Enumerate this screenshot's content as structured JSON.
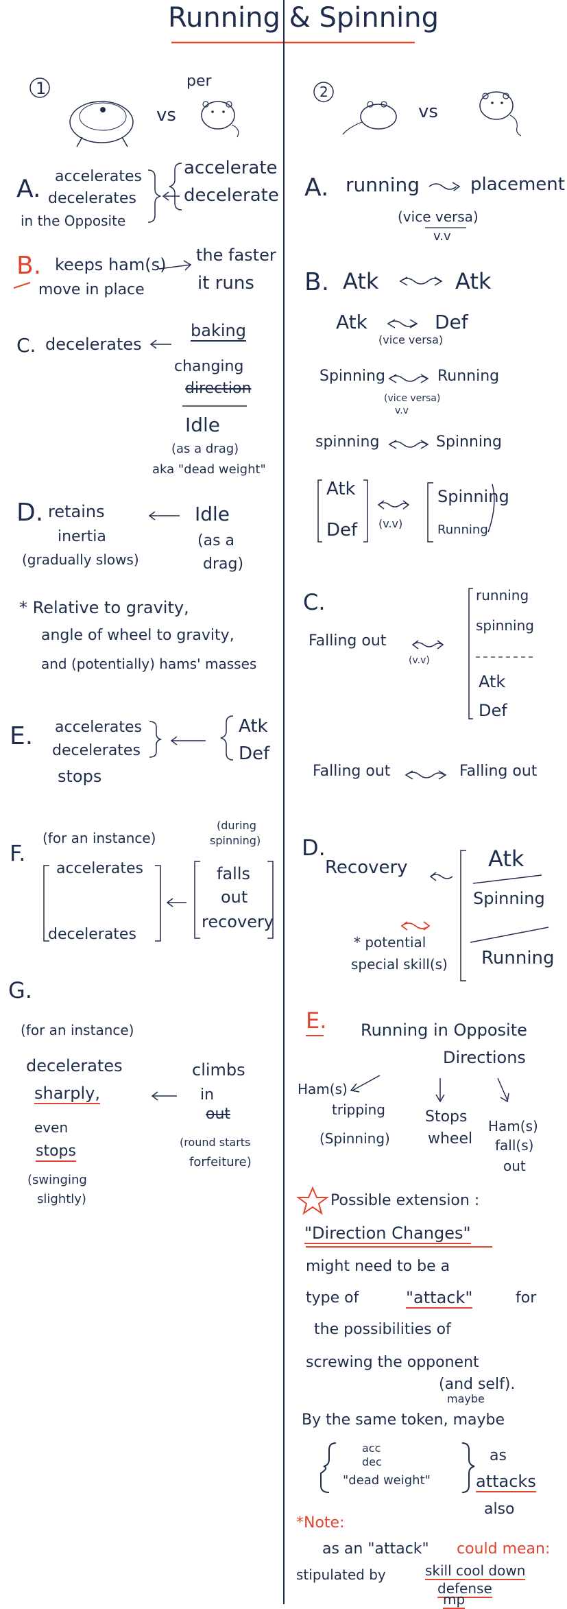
{
  "title": "Running & Spinning",
  "left": {
    "num": "1",
    "top": {
      "per": "per",
      "vs": "vs"
    },
    "A": {
      "letter": "A.",
      "l1": "accelerates",
      "l2": "decelerates",
      "l3": "in the Opposite",
      "r1": "accelerate",
      "r2": "decelerate"
    },
    "B": {
      "letter": "B.",
      "l1": "keeps ham(s)",
      "l2": "move in place",
      "r1": "the faster",
      "r2": "it runs"
    },
    "C": {
      "letter": "C.",
      "l1": "decelerates",
      "i1": "baking",
      "i2": "changing",
      "i3": "direction",
      "i4": "Idle",
      "i5": "(as a drag)",
      "i6": "aka \"dead weight\""
    },
    "D": {
      "letter": "D.",
      "l1": "retains",
      "l2": "inertia",
      "l3": "(gradually slows)",
      "r1": "Idle",
      "r2": "(as a",
      "r3": "drag)"
    },
    "note": {
      "l1": "* Relative to gravity,",
      "l2": "angle of wheel to gravity,",
      "l3": "and (potentially) hams' masses"
    },
    "E": {
      "letter": "E.",
      "l1": "accelerates",
      "l2": "decelerates",
      "l3": "stops",
      "r1": "Atk",
      "r2": "Def"
    },
    "F": {
      "letter": "F.",
      "p": "(for an instance)",
      "l1": "accelerates",
      "l2": "decelerates",
      "d1": "(during",
      "d2": "spinning)",
      "r1": "falls",
      "r2": "out",
      "r3": "recovery"
    },
    "G": {
      "letter": "G.",
      "p": "(for an instance)",
      "l1": "decelerates",
      "l2": "sharply,",
      "l3": "even",
      "l4": "stops",
      "l5": "(swinging",
      "l6": "slightly)",
      "r1": "climbs",
      "r2": "in",
      "r3": "out",
      "r4": "(round starts",
      "r5": "forfeiture)"
    }
  },
  "right": {
    "num": "2",
    "vs": "vs",
    "A": {
      "letter": "A.",
      "l1": "running",
      "r1": "placement",
      "v1": "(vice versa)",
      "v2": "v.v"
    },
    "B": {
      "letter": "B.",
      "r1a": "Atk",
      "r1b": "Atk",
      "r2a": "Atk",
      "r2b": "Def",
      "vv1": "(vice versa)",
      "r3a": "Spinning",
      "r3b": "Running",
      "vv2": "(vice versa)",
      "vv3": "v.v",
      "r4a": "spinning",
      "r4b": "Spinning",
      "r5a": "Atk",
      "r5b": "Def",
      "vv4": "(v.v)",
      "r5c": "Spinning",
      "r5d": "Running"
    },
    "C": {
      "letter": "C.",
      "l1": "Falling out",
      "vv": "(v.v)",
      "b1": "running",
      "b2": "spinning",
      "b3": "Atk",
      "b4": "Def",
      "f1": "Falling out",
      "f2": "Falling out"
    },
    "D": {
      "letter": "D.",
      "l1": "Recovery",
      "l2": "* potential",
      "l3": "special skill(s)",
      "b1": "Atk",
      "b2": "Spinning",
      "b3": "Running"
    },
    "E": {
      "letter": "E.",
      "t1": "Running in Opposite",
      "t2": "Directions",
      "c1a": "Ham(s)",
      "c1b": "tripping",
      "c1c": "(Spinning)",
      "c2a": "Stops",
      "c2b": "wheel",
      "c3a": "Ham(s)",
      "c3b": "fall(s)",
      "c3c": "out"
    },
    "ext": {
      "l1": "Possible extension :",
      "l2": "\"Direction Changes\"",
      "l3": "might need to be a",
      "l4a": "type of",
      "l4b": "\"attack\"",
      "l4c": "for",
      "l5": "the possibilities of",
      "l6": "screwing the opponent",
      "l7": "(and self).",
      "maybe": "maybe",
      "l8": "By the same token, maybe",
      "b1": "acc",
      "b2": "dec",
      "b3": "\"dead weight\"",
      "as": "as",
      "att": "attacks",
      "also": "also"
    },
    "note": {
      "h": "*Note:",
      "l1a": "as an \"attack\"",
      "l1b": "could mean:",
      "l2": "stipulated by",
      "i1": "skill cool down",
      "i2": "defense",
      "i3": "mp"
    }
  },
  "colors": {
    "ink": "#1f2d4d",
    "red": "#e0442d",
    "paper": "#ffffff"
  }
}
